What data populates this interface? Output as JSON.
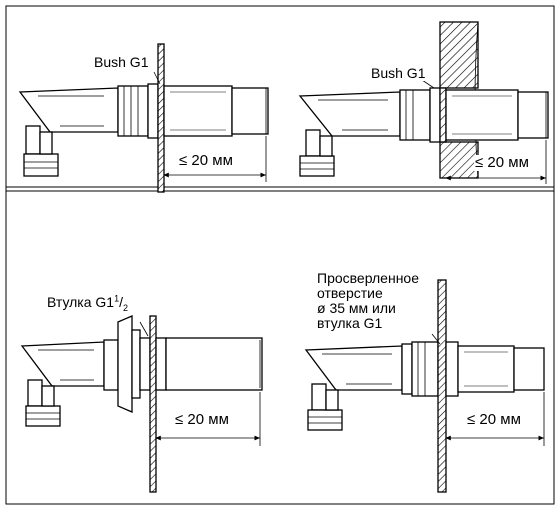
{
  "panels": [
    {
      "id": "top-left",
      "label": "Bush G1",
      "dimension": "≤ 20 мм"
    },
    {
      "id": "top-right",
      "label": "Bush G1",
      "dimension": "≤ 20 мм"
    },
    {
      "id": "bottom-left",
      "label_main": "Втулка G1",
      "label_sup": "1",
      "label_sub": "2",
      "dimension": "≤ 20 мм"
    },
    {
      "id": "bottom-right",
      "label_lines": [
        "Просверленное",
        "отверстие",
        "ø 35 мм или",
        "втулка G1"
      ],
      "dimension": "≤ 20 мм"
    }
  ]
}
